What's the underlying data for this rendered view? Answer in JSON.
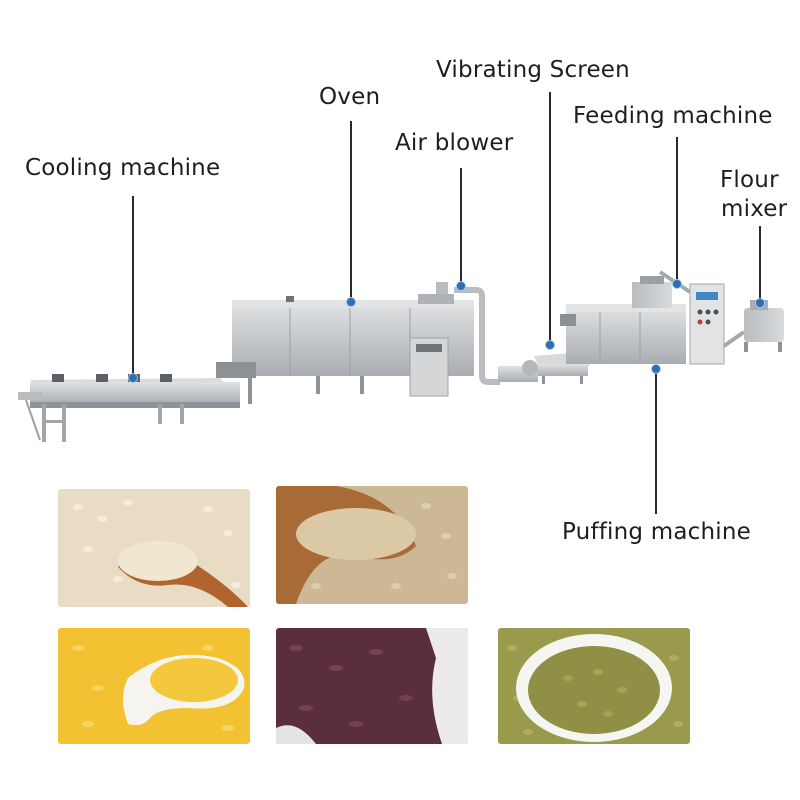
{
  "labels": {
    "cooling_machine": "Cooling machine",
    "oven": "Oven",
    "air_blower": "Air blower",
    "vibrating_screen": "Vibrating Screen",
    "feeding_machine": "Feeding machine",
    "flour_mixer_line1": "Flour",
    "flour_mixer_line2": "mixer",
    "puffing_machine": "Puffing machine"
  },
  "colors": {
    "steel": "#c9ccce",
    "steel_dark": "#9fa4a8",
    "leader_dot": "#2f6fb0",
    "white_rice": "#e9dcc4",
    "brown_rice": "#cdb896",
    "yellow_rice": "#f2c233",
    "black_rice": "#5a2e3a",
    "green_grain": "#9a9a4c"
  },
  "photos": [
    {
      "id": "white-rice",
      "icon": "white-rice-with-wooden-spoon"
    },
    {
      "id": "brown-rice",
      "icon": "brown-rice-with-wooden-spoon"
    },
    {
      "id": "yellow-rice",
      "icon": "yellow-rice-with-white-spoon"
    },
    {
      "id": "black-rice",
      "icon": "black-rice-in-bowl"
    },
    {
      "id": "green-grain",
      "icon": "green-grain-in-white-bowl"
    }
  ]
}
